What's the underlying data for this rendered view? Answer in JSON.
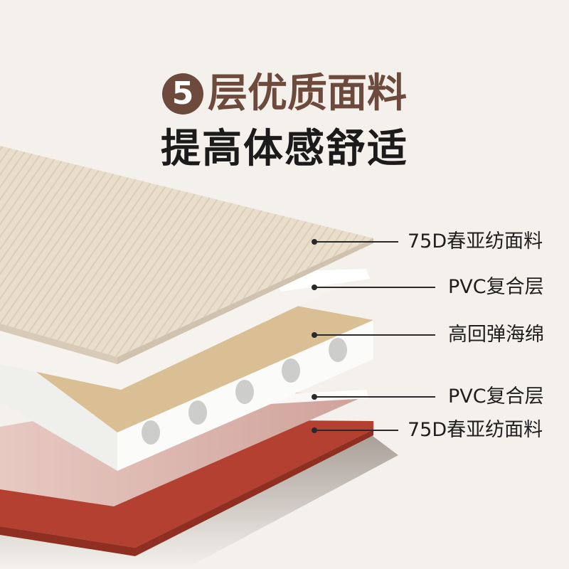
{
  "headline": {
    "number": "5",
    "line1": "层优质面料",
    "line2": "提高体感舒适"
  },
  "layers": [
    {
      "label": "75D春亚纺面料"
    },
    {
      "label": "PVC复合层"
    },
    {
      "label": "高回弹海绵"
    },
    {
      "label": "PVC复合层"
    },
    {
      "label": "75D春亚纺面料"
    }
  ],
  "colors": {
    "background": "#f4f1ec",
    "accent": "#6e4a3c",
    "top_fabric": "#e8dccb",
    "sponge_top": "#d9bf93",
    "sponge_side": "#ffffff",
    "pvc": "#f7f7f7",
    "bottom_pink": "#d8b5ae",
    "bottom_fabric": "#b9442f"
  }
}
